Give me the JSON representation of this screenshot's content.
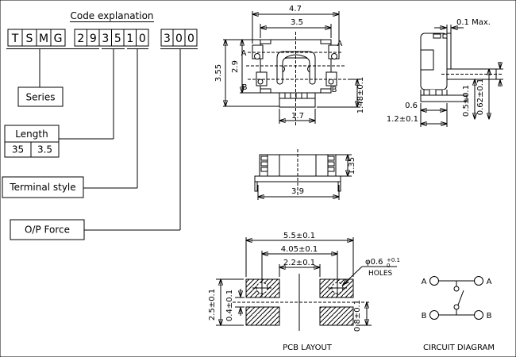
{
  "title": "Code explanation",
  "code": {
    "chars": [
      "T",
      "S",
      "M",
      "G",
      "2",
      "9",
      "3",
      "5",
      "1",
      "0",
      "3",
      "0",
      "0"
    ]
  },
  "legend": {
    "series": "Series",
    "length": "Length",
    "length_code": "35",
    "length_mm": "3.5",
    "terminal_style": "Terminal style",
    "op_force": "O/P Force"
  },
  "top_view": {
    "dim_overall_width": "4.7",
    "dim_body_width": "3.5",
    "dim_overall_height": "3.55",
    "dim_body_height": "2.9",
    "dim_stem_width": "1.7",
    "dim_terminal_offset": "1.48±0.1",
    "label_a_left": "A",
    "label_a_right": "A",
    "label_b_left": "B",
    "label_b_right": "B"
  },
  "side_view": {
    "dim_gap": "0.1 Max.",
    "dim_foot": "0.6",
    "dim_base_width": "1.2±0.1",
    "dim_lead_bottom": "0.5±0.1",
    "dim_lead_top": "0.62±0.1"
  },
  "front_view": {
    "dim_width": "3.9",
    "dim_height": "1.35"
  },
  "pcb_layout": {
    "caption": "PCB LAYOUT",
    "dim_outer": "5.5±0.1",
    "dim_holes": "4.05±0.1",
    "dim_inner": "2.2±0.1",
    "dim_total_height": "2.5±0.1",
    "dim_gap": "0.4±0.1",
    "dim_lower": "0.8±0.1",
    "hole_dia": "φ0.6",
    "hole_tol_plus": "+0.1",
    "hole_tol_minus": "0",
    "holes_label": "HOLES"
  },
  "circuit": {
    "caption": "CIRCUIT DIAGRAM",
    "a_left": "A",
    "a_right": "A",
    "b_left": "B",
    "b_right": "B"
  }
}
